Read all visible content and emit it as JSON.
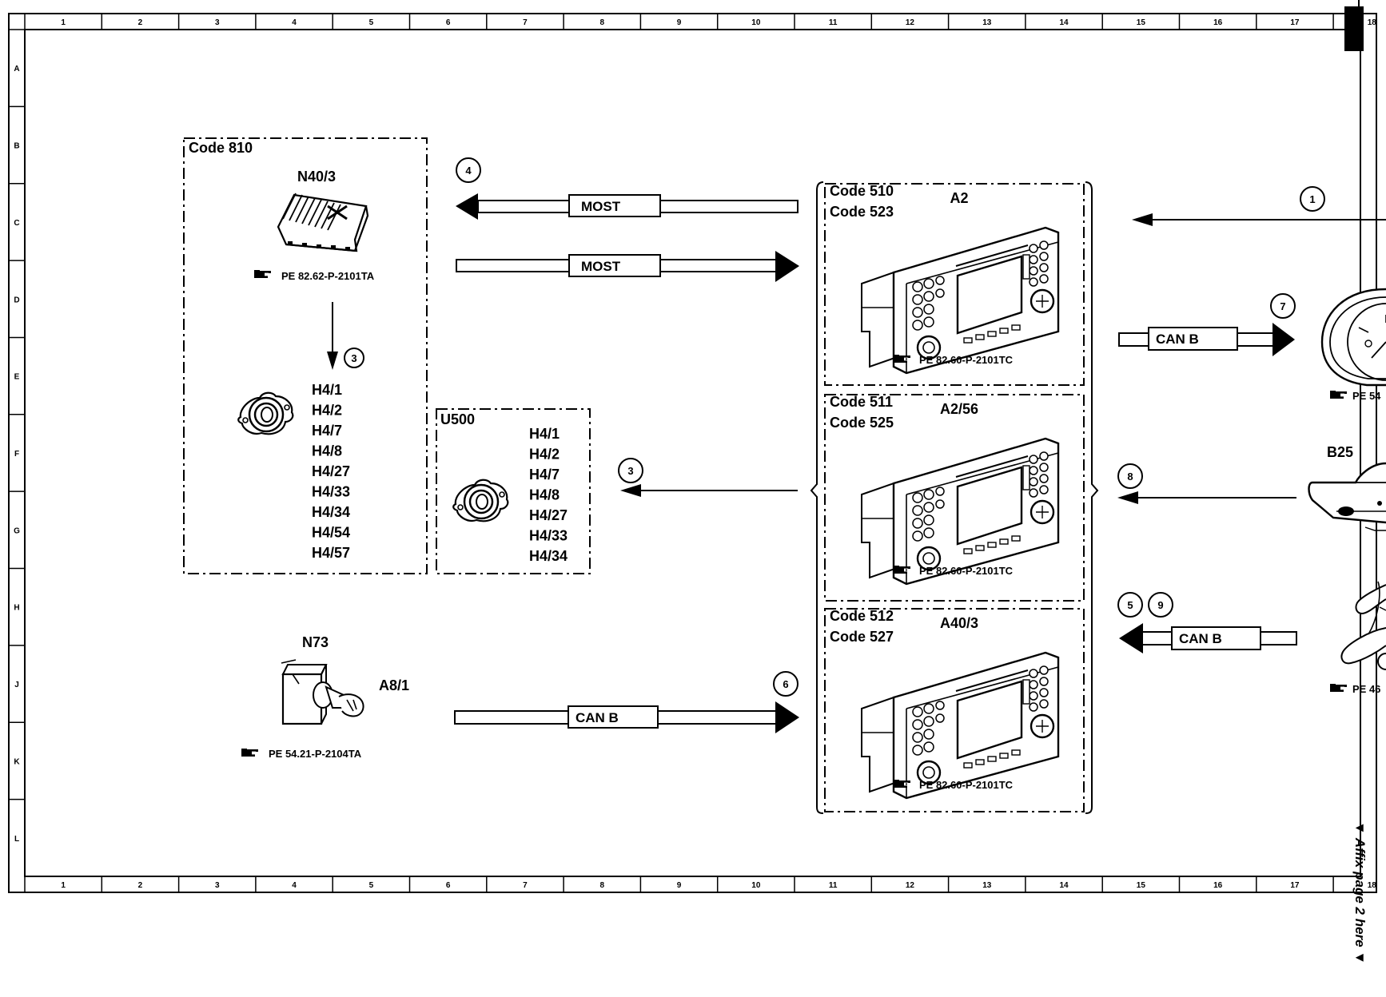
{
  "grid": {
    "columns": [
      "1",
      "2",
      "3",
      "4",
      "5",
      "6",
      "7",
      "8",
      "9",
      "10",
      "11",
      "12",
      "13",
      "14",
      "15",
      "16",
      "17",
      "18"
    ],
    "rows": [
      "A",
      "B",
      "C",
      "D",
      "E",
      "F",
      "G",
      "H",
      "J",
      "K",
      "L"
    ]
  },
  "side_note": "▼ Affix page 2 here ▼",
  "group_code810": {
    "code": "Code 810",
    "amp_label": "N40/3",
    "amp_ref": "PE 82.62-P-2101TA",
    "speakers": [
      "H4/1",
      "H4/2",
      "H4/7",
      "H4/8",
      "H4/27",
      "H4/33",
      "H4/34",
      "H4/54",
      "H4/57"
    ]
  },
  "group_u500": {
    "code": "U500",
    "speakers": [
      "H4/1",
      "H4/2",
      "H4/7",
      "H4/8",
      "H4/27",
      "H4/33",
      "H4/34"
    ]
  },
  "n73": {
    "label": "N73",
    "key_label": "A8/1",
    "ref": "PE 54.21-P-2104TA"
  },
  "units": [
    {
      "codes": [
        "Code 510",
        "Code 523"
      ],
      "label": "A2",
      "ref": "PE 82.60-P-2101TC"
    },
    {
      "codes": [
        "Code 511",
        "Code 525"
      ],
      "label": "A2/56",
      "ref": "PE 82.60-P-2101TC"
    },
    {
      "codes": [
        "Code 512",
        "Code 527"
      ],
      "label": "A40/3",
      "ref": "PE 82.60-P-2101TC"
    }
  ],
  "right_side": {
    "cluster_ref": "PE 54",
    "b25_label": "B25",
    "switch_ref": "PE 46"
  },
  "buses": {
    "most_out": "MOST",
    "most_in": "MOST",
    "can_cluster": "CAN B",
    "can_right": "CAN B",
    "can_n73": "CAN B"
  },
  "markers": {
    "m1": "1",
    "m3a": "3",
    "m3b": "3",
    "m4": "4",
    "m5": "5",
    "m6": "6",
    "m7": "7",
    "m8": "8",
    "m9": "9"
  }
}
